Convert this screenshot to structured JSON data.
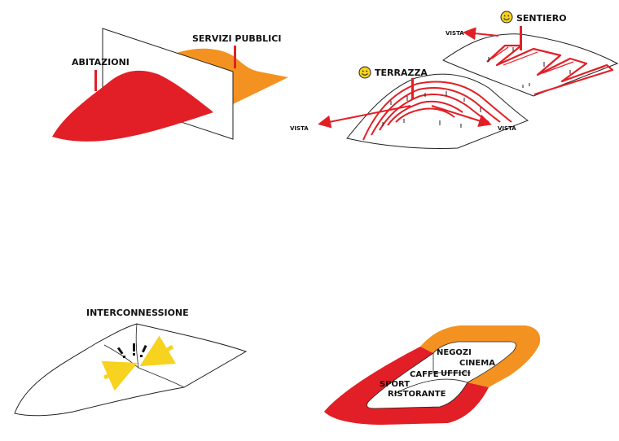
{
  "panel_top_left": {
    "label_housing": "ABITAZIONI",
    "label_public_services": "SERVIZI PUBBLICI"
  },
  "panel_top_right": {
    "label_path": "SENTIERO",
    "label_terrace": "TERRAZZA",
    "label_view_top": "VISTA",
    "label_view_left": "VISTA",
    "label_view_right": "VISTA"
  },
  "panel_bottom_left": {
    "label_interconnection": "INTERCONNESSIONE"
  },
  "panel_bottom_right": {
    "label_shops": "NEGOZI",
    "label_cinema": "CINEMA",
    "label_cafe": "CAFFE",
    "label_offices": "UFFICI",
    "label_sport": "SPORT",
    "label_restaurant": "RISTORANTE"
  },
  "colors": {
    "red": "#e21f26",
    "orange": "#f39220",
    "yellow": "#f7d21e",
    "outline": "#222222"
  },
  "icons": [
    "smiley-icon",
    "smiley-icon",
    "exclamation-icon",
    "arrow-icon"
  ]
}
